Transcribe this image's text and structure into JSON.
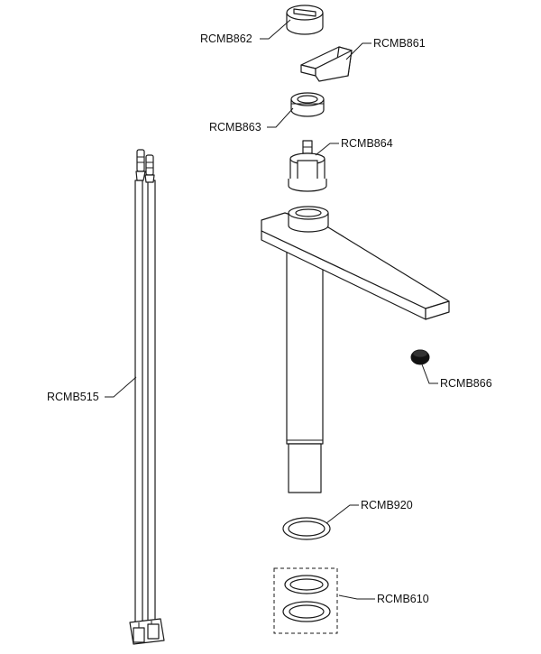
{
  "parts": {
    "cap": "RCMB862",
    "handle": "RCMB861",
    "nut": "RCMB863",
    "cartridge": "RCMB864",
    "hoses": "RCMB515",
    "aerator": "RCMB866",
    "base_washer": "RCMB920",
    "seal_kit": "RCMB610"
  },
  "colors": {
    "line": "#1a1a1a",
    "background": "#ffffff",
    "aerator_fill": "#111111"
  }
}
